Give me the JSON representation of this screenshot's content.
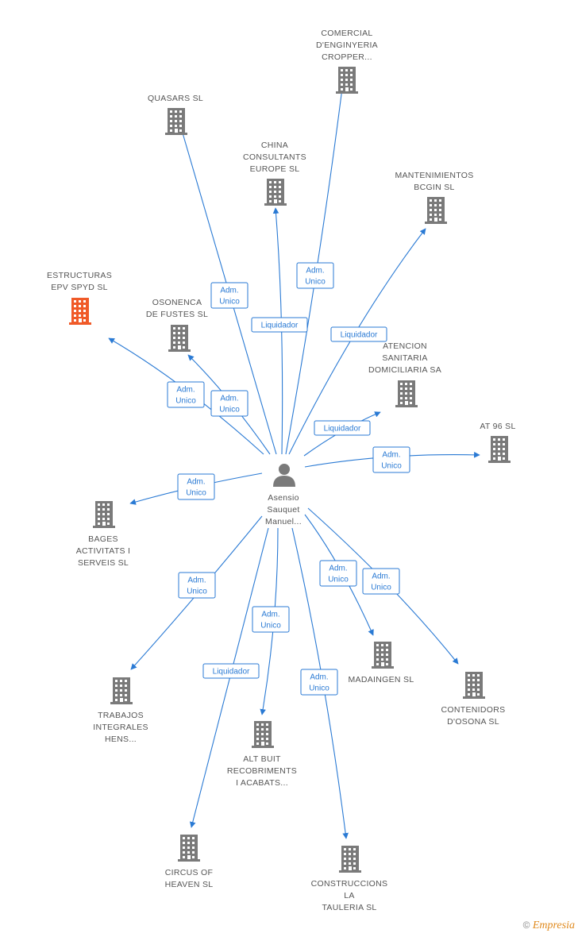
{
  "colors": {
    "edge": "#2a7ad4",
    "company": "#7a7a7a",
    "highlight": "#f05a28",
    "person": "#7a7a7a"
  },
  "person": {
    "name": [
      "Asensio",
      "Sauquet",
      "Manuel..."
    ],
    "icon": "person-icon"
  },
  "companies": [
    {
      "id": "comercial",
      "label": [
        "COMERCIAL",
        "D'ENGINYERIA",
        "CROPPER..."
      ],
      "icon": "building-icon",
      "highlight": false
    },
    {
      "id": "quasars",
      "label": [
        "QUASARS SL"
      ],
      "icon": "building-icon",
      "highlight": false
    },
    {
      "id": "china",
      "label": [
        "CHINA",
        "CONSULTANTS",
        "EUROPE SL"
      ],
      "icon": "building-icon",
      "highlight": false
    },
    {
      "id": "mantenimientos",
      "label": [
        "MANTENIMIENTOS",
        "BCGIN SL"
      ],
      "icon": "building-icon",
      "highlight": false
    },
    {
      "id": "estructuras",
      "label": [
        "ESTRUCTURAS",
        "EPV SPYD SL"
      ],
      "icon": "building-icon",
      "highlight": true
    },
    {
      "id": "osonenca",
      "label": [
        "OSONENCA",
        "DE FUSTES SL"
      ],
      "icon": "building-icon",
      "highlight": false
    },
    {
      "id": "atencion",
      "label": [
        "ATENCION",
        "SANITARIA",
        "DOMICILIARIA SA"
      ],
      "icon": "building-icon",
      "highlight": false
    },
    {
      "id": "at96",
      "label": [
        "AT 96 SL"
      ],
      "icon": "building-icon",
      "highlight": false
    },
    {
      "id": "bages",
      "label": [
        "BAGES",
        "ACTIVITATS I",
        "SERVEIS SL"
      ],
      "icon": "building-icon",
      "highlight": false
    },
    {
      "id": "madaingen",
      "label": [
        "MADAINGEN  SL"
      ],
      "icon": "building-icon",
      "highlight": false
    },
    {
      "id": "contenidors",
      "label": [
        "CONTENIDORS",
        "D'OSONA SL"
      ],
      "icon": "building-icon",
      "highlight": false
    },
    {
      "id": "trabajos",
      "label": [
        "TRABAJOS",
        "INTEGRALES",
        "HENS..."
      ],
      "icon": "building-icon",
      "highlight": false
    },
    {
      "id": "altbuit",
      "label": [
        "ALT BUIT",
        "RECOBRIMENTS",
        "I ACABATS..."
      ],
      "icon": "building-icon",
      "highlight": false
    },
    {
      "id": "circus",
      "label": [
        "CIRCUS OF",
        "HEAVEN  SL"
      ],
      "icon": "building-icon",
      "highlight": false
    },
    {
      "id": "construccions",
      "label": [
        "CONSTRUCCIONS",
        "LA",
        "TAULERIA  SL"
      ],
      "icon": "building-icon",
      "highlight": false
    }
  ],
  "edges": [
    {
      "to": "comercial",
      "label": [
        "Adm.",
        "Unico"
      ]
    },
    {
      "to": "quasars",
      "label": [
        "Adm.",
        "Unico"
      ]
    },
    {
      "to": "china",
      "label": [
        "Liquidador"
      ]
    },
    {
      "to": "mantenimientos",
      "label": [
        "Liquidador"
      ]
    },
    {
      "to": "estructuras",
      "label": [
        "Adm.",
        "Unico"
      ]
    },
    {
      "to": "osonenca",
      "label": [
        "Adm.",
        "Unico"
      ]
    },
    {
      "to": "atencion",
      "label": [
        "Liquidador"
      ]
    },
    {
      "to": "at96",
      "label": [
        "Adm.",
        "Unico"
      ]
    },
    {
      "to": "bages",
      "label": [
        "Adm.",
        "Unico"
      ]
    },
    {
      "to": "madaingen",
      "label": [
        "Adm.",
        "Unico"
      ]
    },
    {
      "to": "contenidors",
      "label": [
        "Adm.",
        "Unico"
      ]
    },
    {
      "to": "trabajos",
      "label": [
        "Adm.",
        "Unico"
      ]
    },
    {
      "to": "altbuit",
      "label": [
        "Adm.",
        "Unico"
      ]
    },
    {
      "to": "circus",
      "label": [
        "Liquidador"
      ]
    },
    {
      "to": "construccions",
      "label": [
        "Adm.",
        "Unico"
      ]
    }
  ],
  "credit": {
    "symbol": "©",
    "brand": "Empresia"
  }
}
